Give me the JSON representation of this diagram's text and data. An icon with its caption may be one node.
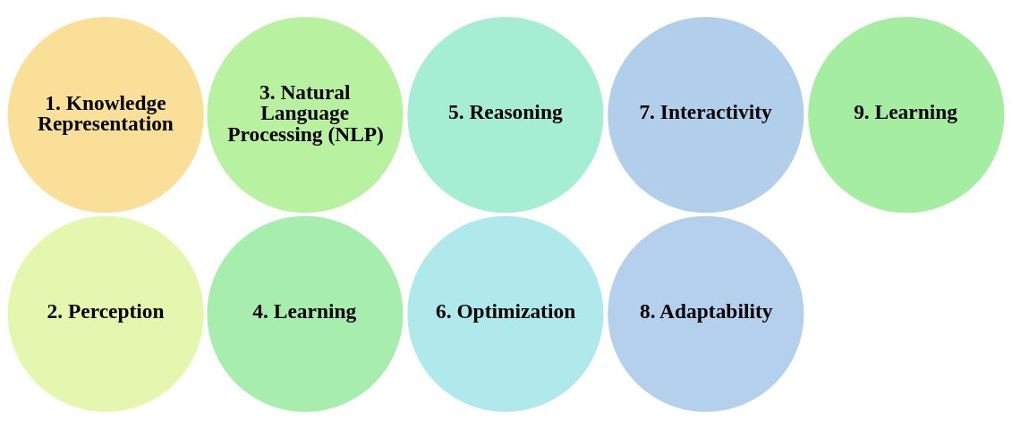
{
  "diagram": {
    "nodes": [
      {
        "text": [
          "1. Knowledge Representation"
        ]
      },
      {
        "text": [
          "2. Perception"
        ]
      },
      {
        "text": [
          "3. Natural Language Processing (NLP)"
        ]
      },
      {
        "text": [
          "4. Learning"
        ]
      },
      {
        "text": [
          "5. Reasoning"
        ]
      },
      {
        "text": [
          "6. Optimization"
        ]
      },
      {
        "text": [
          "7. Interactivity"
        ]
      },
      {
        "text": [
          "8. Adaptability"
        ]
      },
      {
        "text": [
          "9. Learning"
        ]
      }
    ]
  }
}
